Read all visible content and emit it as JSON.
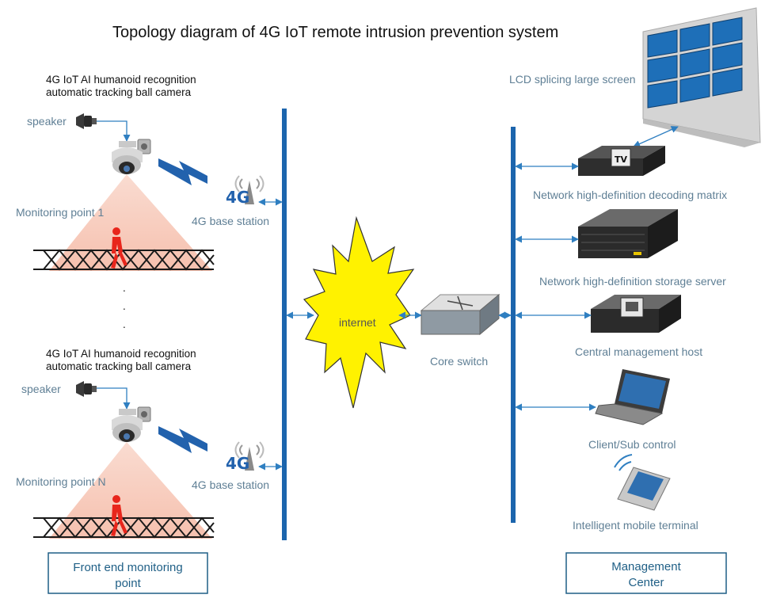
{
  "title": "Topology diagram of 4G IoT remote intrusion prevention system",
  "front_end": [
    {
      "camera_label_line1": "4G IoT AI humanoid recognition",
      "camera_label_line2": "automatic tracking ball camera",
      "speaker_label": "speaker",
      "monitoring_label": "Monitoring point 1",
      "base_station_label": "4G base station",
      "badge": "4G"
    },
    {
      "camera_label_line1": "4G IoT AI humanoid recognition",
      "camera_label_line2": "automatic tracking ball camera",
      "speaker_label": "speaker",
      "monitoring_label": "Monitoring point N",
      "base_station_label": "4G base station",
      "badge": "4G"
    }
  ],
  "ellipsis": ".",
  "internet_label": "internet",
  "core_switch_label": "Core switch",
  "management": {
    "lcd_label": "LCD splicing large screen",
    "devices": [
      {
        "label": "Network high-definition decoding matrix",
        "badge": "TV"
      },
      {
        "label": "Network high-definition storage server"
      },
      {
        "label": "Central management host"
      },
      {
        "label": "Client/Sub control"
      },
      {
        "label": "Intelligent mobile terminal"
      }
    ]
  },
  "boxes": {
    "front_line1": "Front end monitoring",
    "front_line2": "point",
    "mgmt_line1": "Management",
    "mgmt_line2": "Center"
  },
  "colors": {
    "bus": "#1c65ad",
    "link": "#2f7fc1",
    "label": "#5f7f95",
    "internet": "#fff200",
    "cone": "#f7c9b8",
    "person": "#e8261c",
    "box_border": "#1f5f86"
  }
}
